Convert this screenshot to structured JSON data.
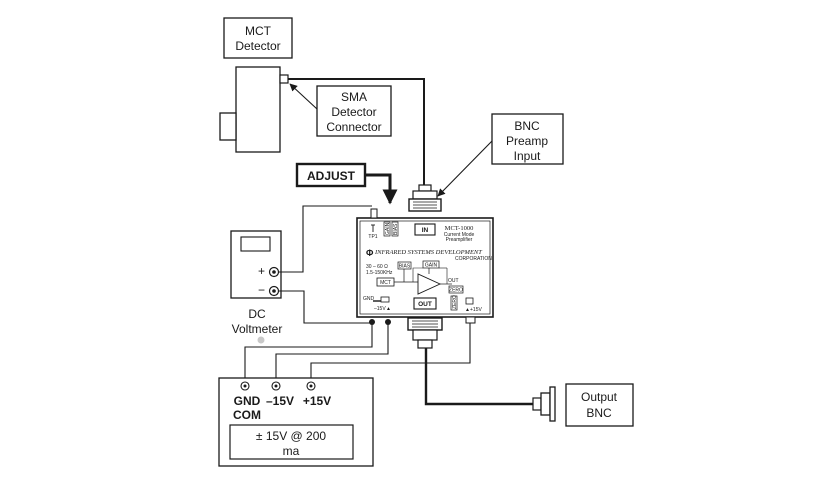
{
  "labels": {
    "mct_detector": [
      "MCT",
      "Detector"
    ],
    "sma_connector": [
      "SMA",
      "Detector",
      "Connector"
    ],
    "bnc_input": [
      "BNC",
      "Preamp",
      "Input"
    ],
    "adjust": "ADJUST",
    "dc_voltmeter": [
      "DC",
      "Voltmeter"
    ],
    "output_bnc": [
      "Output",
      "BNC"
    ],
    "psu_gnd": [
      "GND",
      "COM"
    ],
    "psu_neg": "–15V",
    "psu_pos": "+15V",
    "psu_spec": [
      "± 15V @ 200",
      "ma"
    ],
    "plus_sign": "+",
    "minus_sign": "−"
  },
  "preamp": {
    "in_label": "IN",
    "out_label": "OUT",
    "model": "MCT-1000",
    "subtitle": [
      "Current Mode",
      "Preamplifier"
    ],
    "brand": "INFRARED SYSTEMS DEVELOPMENT",
    "brand_sub": "CORPORATION",
    "tp1": "TP1",
    "resistance": "30 – 60 Ω",
    "bandwidth": "1.5-150KHz",
    "bias": "BIAS",
    "gain": "GAIN",
    "zero": "ZERO",
    "mct": "MCT",
    "gnd": "GND",
    "neg15": "–15V",
    "pos15": "+15V",
    "out_small": "OUT",
    "side_labels": [
      "GAIN",
      "BIAS",
      "ZERO"
    ]
  }
}
